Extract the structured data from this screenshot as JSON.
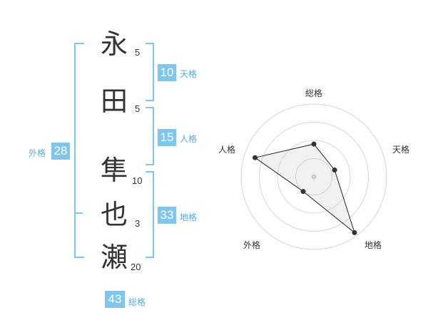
{
  "name": {
    "chars": [
      {
        "char": "永",
        "strokes": "5"
      },
      {
        "char": "田",
        "strokes": "5"
      },
      {
        "char": "隼",
        "strokes": "10"
      },
      {
        "char": "也",
        "strokes": "3"
      },
      {
        "char": "瀬",
        "strokes": "20"
      }
    ]
  },
  "kakusu": {
    "tenkaku": {
      "value": "10",
      "label": "天格"
    },
    "jinkaku": {
      "value": "15",
      "label": "人格"
    },
    "chikaku": {
      "value": "33",
      "label": "地格"
    },
    "gaikaku": {
      "value": "28",
      "label": "外格"
    },
    "soukaku": {
      "value": "43",
      "label": "総格"
    }
  },
  "colors": {
    "accent": "#7fc6ee",
    "label": "#5aa9dd",
    "text": "#333333"
  },
  "chart_data": {
    "type": "radar",
    "axes": [
      "総格",
      "天格",
      "地格",
      "外格",
      "人格"
    ],
    "values": [
      0.45,
      0.3,
      0.95,
      0.25,
      0.85
    ],
    "range": [
      0,
      1
    ]
  }
}
